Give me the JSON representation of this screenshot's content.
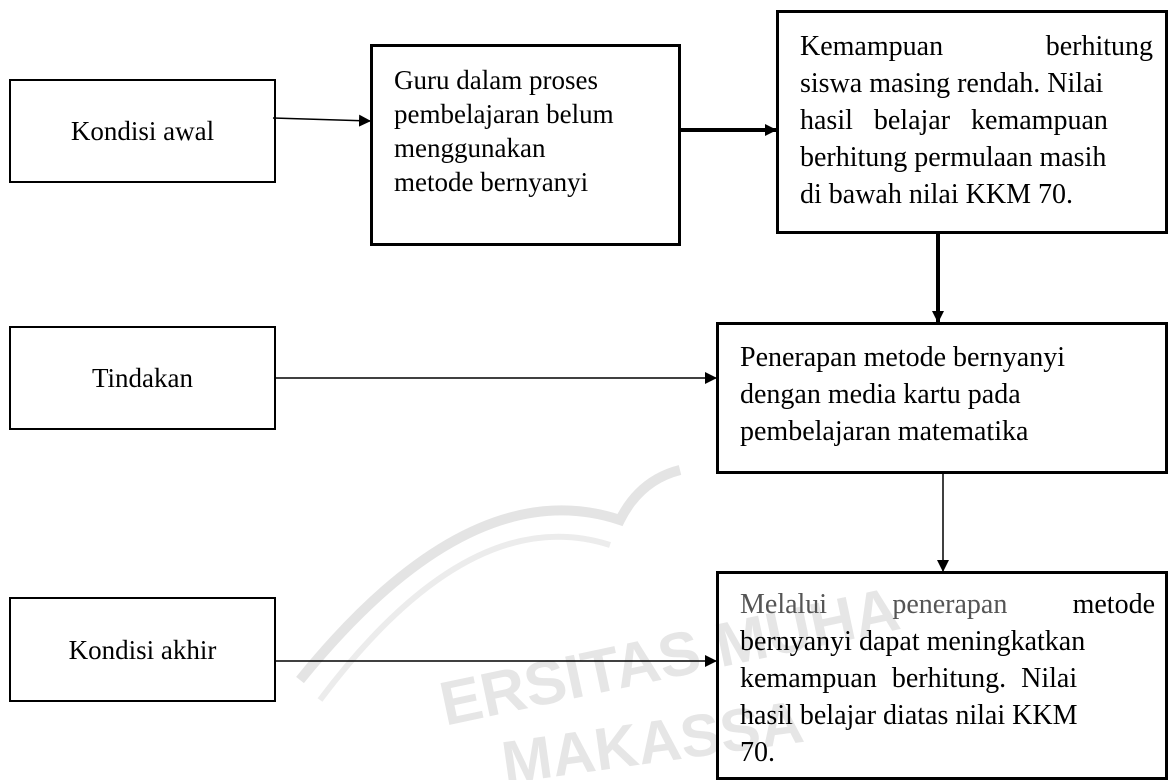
{
  "watermark": {
    "line1": "ERSITAS MUHA",
    "line2": "MAKASSA"
  },
  "left": {
    "kondisi_awal": "Kondisi awal",
    "tindakan": "Tindakan",
    "kondisi_akhir": "Kondisi akhir"
  },
  "boxes": {
    "guru": [
      "Guru dalam proses",
      "pembelajaran belum",
      "menggunakan",
      "metode bernyanyi"
    ],
    "kemampuan": [
      "Kemampuan berhitung",
      "siswa masing rendah. Nilai",
      "hasil belajar kemampuan",
      "berhitung permulaan masih",
      "di bawah nilai KKM 70."
    ],
    "penerapan": [
      "Penerapan metode bernyanyi",
      "dengan media kartu pada",
      "pembelajaran matematika"
    ],
    "melalui": [
      "Melalui penerapan metode",
      "bernyanyi dapat meningkatkan",
      "kemampuan berhitung. Nilai",
      "hasil belajar diatas nilai KKM",
      "70."
    ]
  }
}
